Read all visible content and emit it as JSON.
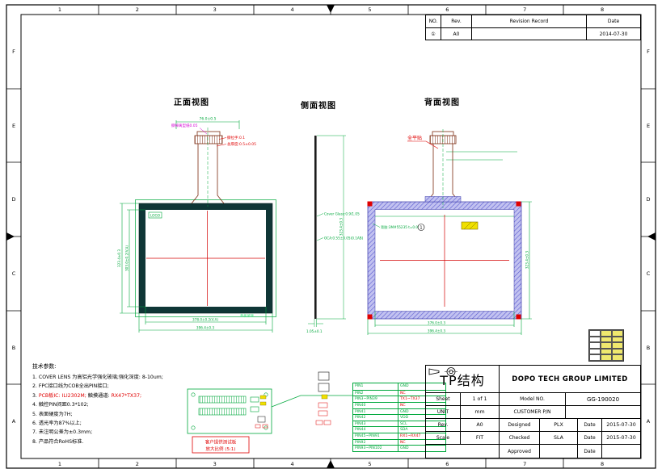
{
  "sheet": {
    "green": "#00a83c",
    "red": "#e00000",
    "magenta": "#d400d4",
    "bezel": "#0f3636",
    "hatch_base": "#c2c2f0",
    "hatch_line": "#5a5ad0",
    "yellow": "#f0e000"
  },
  "ruler": {
    "cols": [
      "1",
      "2",
      "3",
      "4",
      "5",
      "6",
      "7",
      "8"
    ],
    "rows": [
      "F",
      "E",
      "D",
      "C",
      "B",
      "A"
    ]
  },
  "revision_table": {
    "headers": {
      "no": "NO.",
      "rev": "Rev.",
      "record": "Revision  Record",
      "date": "Date"
    },
    "rows": [
      {
        "no": "①",
        "rev": "A0",
        "record": "",
        "date": "2014-07-30"
      }
    ]
  },
  "views": {
    "front": {
      "label": "正面视图",
      "logo": "LOGO",
      "ann_peel": "撕掉离型纸0.05",
      "ann_tab": "撕拉手:0.1",
      "ann_thick": "总厚度:0.5±0.05",
      "ann_glass": "盖板玻璃",
      "dim_top": "76.0±0.5",
      "dim_left_outer": "323.4±0.3",
      "dim_left_inner": "303.0±0.2(V.A)",
      "dim_bottom_inner": "378.0±0.2(V.A)",
      "dim_bottom_outer": "396.4±0.3"
    },
    "side": {
      "label": "侧面视图",
      "ann_glass": "Cover Glass:0.9/1.05",
      "ann_oca": "OCA:0.55±0.05(0.1AB)",
      "dim_height": "323.4±0.3",
      "dim_thick": "1.05±0.1"
    },
    "back": {
      "label": "背面视图",
      "ann_flat": "全平贴",
      "ann_tape": "背胶:3M#55235 t=0.05",
      "callout_1": "1",
      "dim_right": "323.4±0.3",
      "dim_bottom_inner": "376.0±0.3",
      "dim_bottom_outer": "396.4±0.3"
    }
  },
  "notes": {
    "title": "技术参数:",
    "items": [
      [
        {
          "t": "1. COVER LENS 为高铝光学强化玻璃;强化深度: 8-10um;",
          "c": "black"
        }
      ],
      [
        {
          "t": "2. FPC接口线为COB全出PIN接口;",
          "c": "black"
        }
      ],
      [
        {
          "t": "3. ",
          "c": "black"
        },
        {
          "t": "PCB板IC: ILI2302M;",
          "c": "red"
        },
        {
          "t": " 触摸通道: ",
          "c": "black"
        },
        {
          "t": "RX47*TX37;",
          "c": "red"
        }
      ],
      [
        {
          "t": "4. 触控PIN间距0.3*102;",
          "c": "black"
        }
      ],
      [
        {
          "t": "5. 表面硬度为7H;",
          "c": "black"
        }
      ],
      [
        {
          "t": "6. 透光率为87%以上;",
          "c": "black"
        }
      ],
      [
        {
          "t": "7. 未注明公差为±0.3mm;",
          "c": "black"
        }
      ],
      [
        {
          "t": "8. 产品符合RoHS标准.",
          "c": "black"
        }
      ]
    ]
  },
  "pcb": {
    "caption1": "客户提供测试板",
    "caption2": "放大比例 (5:1)"
  },
  "pin_table": {
    "rows": [
      {
        "pin": "PIN1",
        "signal": "GND",
        "c": "green"
      },
      {
        "pin": "PIN2",
        "signal": "NC",
        "c": "red"
      },
      {
        "pin": "PIN3~PIN39",
        "signal": "TX1~TX37",
        "c": "red"
      },
      {
        "pin": "PIN40",
        "signal": "NC",
        "c": "red"
      },
      {
        "pin": "PIN41",
        "signal": "GND",
        "c": "green"
      },
      {
        "pin": "PIN42",
        "signal": "VDD",
        "c": "green"
      },
      {
        "pin": "PIN43",
        "signal": "SCL",
        "c": "green"
      },
      {
        "pin": "PIN44",
        "signal": "SDA",
        "c": "green"
      },
      {
        "pin": "PIN45~PIN91",
        "signal": "RX1~RX47",
        "c": "red"
      },
      {
        "pin": "PIN92",
        "signal": "NC",
        "c": "red"
      },
      {
        "pin": "PIN93~PIN102",
        "signal": "GND",
        "c": "green"
      }
    ]
  },
  "parts_grid": {
    "rows": 5,
    "cols": 3,
    "yellow_cols": [
      1,
      2
    ]
  },
  "title_block": {
    "doc_type": "TP结构",
    "company": "DOPO TECH GROUP LIMITED",
    "sheet_label": "Sheet",
    "sheet_value": "1 of 1",
    "model_label": "Model  NO.",
    "model_value": "GG-190020",
    "unit_label": "UNIT",
    "unit_value": "mm",
    "customer_label": "CUSTOMER P/N",
    "customer_value": "",
    "rev_label": "Rev.",
    "rev_value": "A0",
    "designed_label": "Designed",
    "designed_value": "PLX",
    "scale_label": "Scale",
    "scale_value": "FIT",
    "checked_label": "Checked",
    "checked_value": "SLA",
    "approved_label": "Approved",
    "approved_value": "",
    "date_label": "Date",
    "date1": "2015-07-30",
    "date2": "2015-07-30",
    "date3": ""
  }
}
